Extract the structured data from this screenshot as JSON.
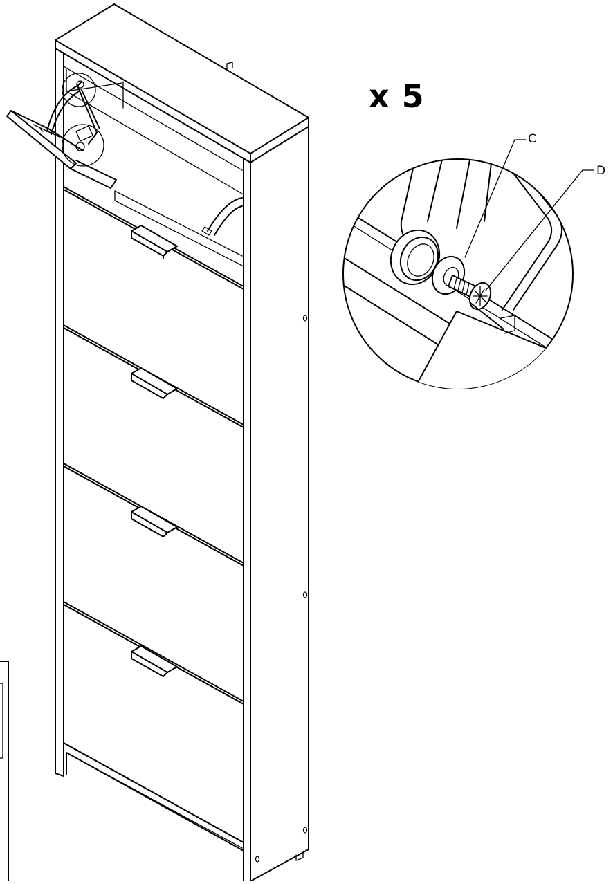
{
  "quantity_label": "x 5",
  "callouts": {
    "c": "C",
    "d": "D"
  },
  "colors": {
    "line": "#000000",
    "background": "#ffffff"
  },
  "parts": {
    "flap_doors": 5
  }
}
